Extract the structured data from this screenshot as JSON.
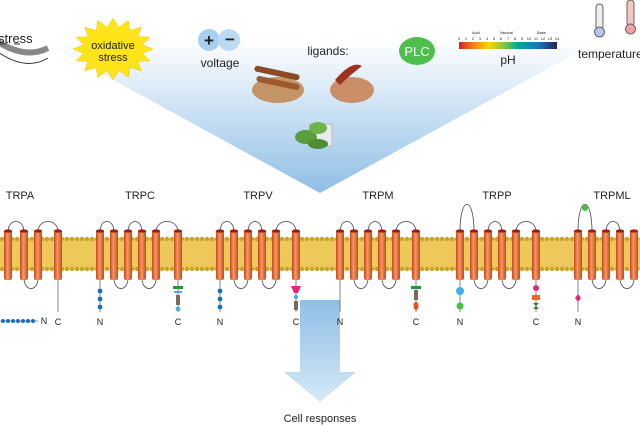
{
  "stimuli": {
    "mechanical": "stress",
    "oxidative": "oxidative stress",
    "oxidative_line1": "oxidative",
    "oxidative_line2": "stress",
    "voltage": "voltage",
    "voltage_plus": "+",
    "voltage_minus": "−",
    "ligands": "ligands:",
    "plc": "PLC",
    "ph": "pH",
    "ph_scale": {
      "acid": "Acid",
      "neutral": "Neutral",
      "base": "Base",
      "ticks": [
        "0",
        "1",
        "2",
        "3",
        "4",
        "5",
        "6",
        "7",
        "8",
        "9",
        "10",
        "11",
        "12",
        "13",
        "14"
      ]
    },
    "temperature": "temperature"
  },
  "channels": [
    {
      "name": "TRPA",
      "termini": [
        "N",
        "C"
      ]
    },
    {
      "name": "TRPC",
      "termini": [
        "N",
        "C"
      ]
    },
    {
      "name": "TRPV",
      "termini": [
        "N",
        "C"
      ]
    },
    {
      "name": "TRPM",
      "termini": [
        "N",
        "C"
      ]
    },
    {
      "name": "TRPP",
      "termini": [
        "N",
        "C"
      ]
    },
    {
      "name": "TRPML",
      "termini": [
        "N"
      ]
    }
  ],
  "output": "Cell responses",
  "colors": {
    "helix": "#e8642a",
    "membrane": "#ecc95a",
    "funnel": "#9cc6e8",
    "star": "#ffe41a",
    "plc": "#4cbf4c"
  }
}
